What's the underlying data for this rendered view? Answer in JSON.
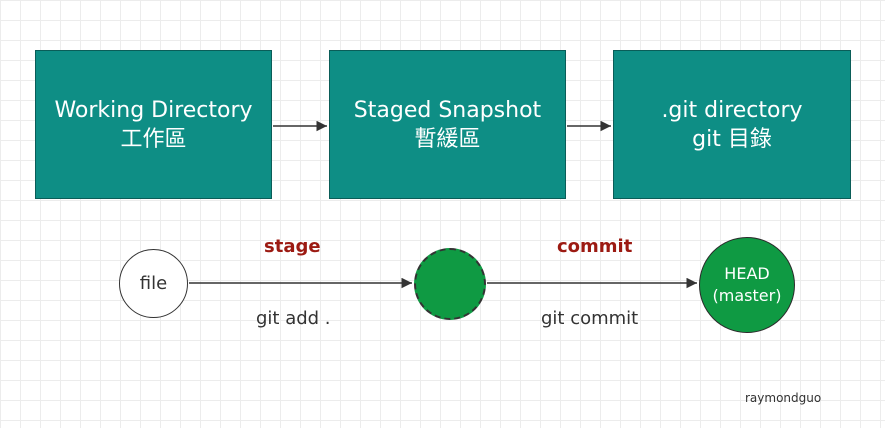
{
  "boxes": [
    {
      "line1": "Working Directory",
      "line2": "工作區"
    },
    {
      "line1": "Staged Snapshot",
      "line2": "暫緩區"
    },
    {
      "line1": ".git directory",
      "line2": "git 目錄"
    }
  ],
  "nodes": {
    "file": "file",
    "head_line1": "HEAD",
    "head_line2": "(master)"
  },
  "labels": {
    "stage": "stage",
    "git_add": "git add .",
    "commit": "commit",
    "git_commit": "git commit"
  },
  "watermark": "raymondguo",
  "colors": {
    "box_fill": "#0e8e85",
    "node_fill": "#0f9a43",
    "label_red": "#9c1a12"
  }
}
